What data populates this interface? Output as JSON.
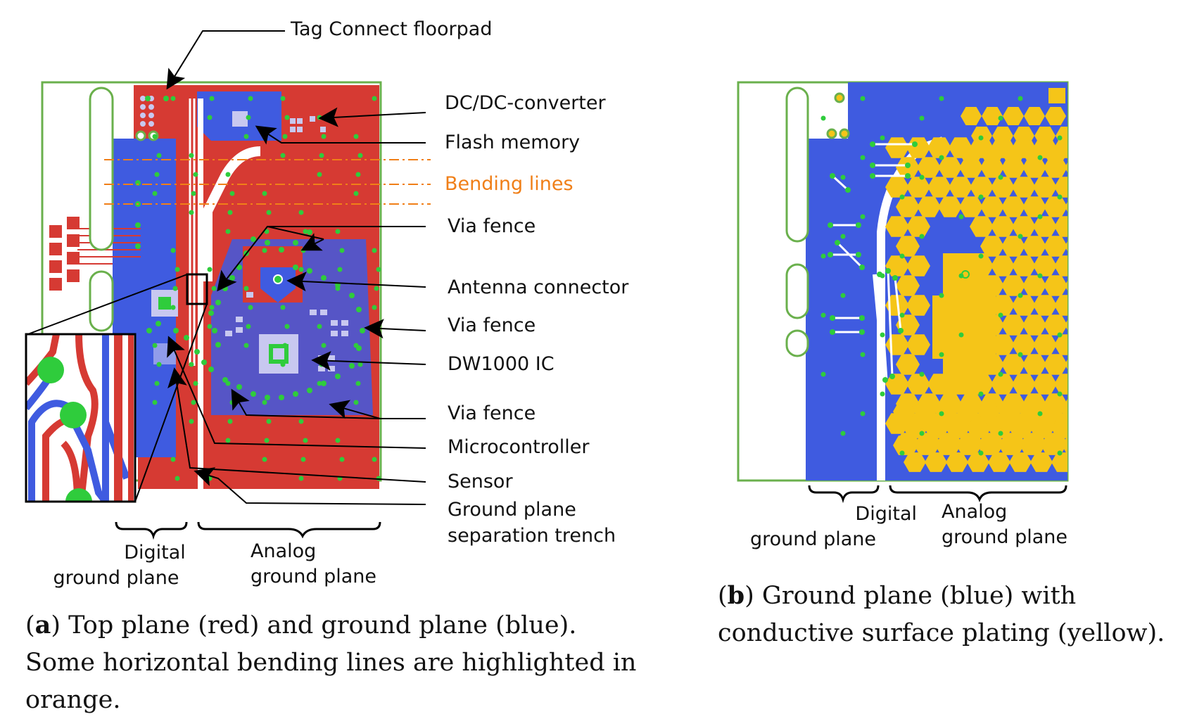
{
  "colors": {
    "top_plane": "#d63a33",
    "ground_plane": "#3f5be0",
    "plating": "#f5c518",
    "via": "#2fcc3c",
    "outline": "#6ab04c",
    "bending": "#f07f18",
    "pad": "#c8c8f0"
  },
  "panel_a": {
    "labels": {
      "tag_connect": "Tag Connect floorpad",
      "dcdc": "DC/DC-converter",
      "flash": "Flash memory",
      "bending": "Bending lines",
      "via_fence_1": "Via fence",
      "antenna": "Antenna connector",
      "via_fence_2": "Via fence",
      "dw1000": "DW1000 IC",
      "via_fence_3": "Via fence",
      "mcu": "Microcontroller",
      "sensor": "Sensor",
      "trench_1": "Ground plane",
      "trench_2": "separation trench"
    },
    "digital_1": "Digital",
    "digital_2": "ground plane",
    "analog_1": "Analog",
    "analog_2": "ground plane",
    "caption_letter": "a",
    "caption_text": " Top plane (red) and ground plane (blue).  Some horizontal bending lines are highlighted in orange."
  },
  "panel_b": {
    "digital_1": "Digital",
    "digital_2": "ground plane",
    "analog_1": "Analog",
    "analog_2": "ground plane",
    "caption_letter": "b",
    "caption_text": " Ground plane (blue) with conductive surface plating (yellow)."
  }
}
